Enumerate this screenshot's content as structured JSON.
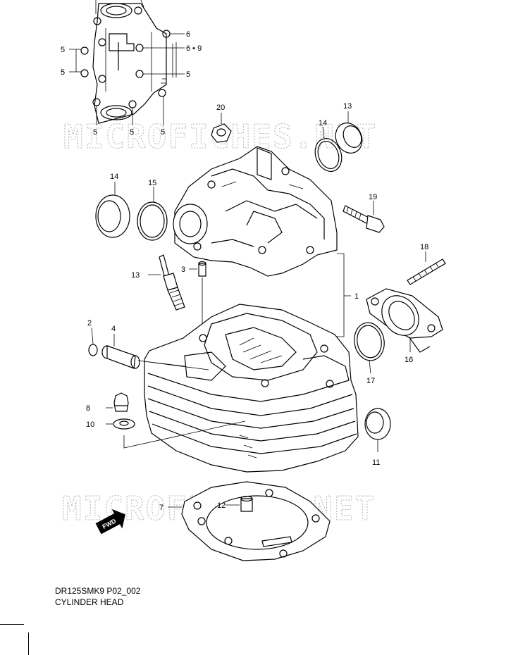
{
  "diagram": {
    "model_code": "DR125SMK9 P02_002",
    "title": "CYLINDER HEAD",
    "watermark": "MICROFICHES.NET",
    "fwd_marker": "FWD",
    "part_labels": [
      {
        "id": "1",
        "text": "1"
      },
      {
        "id": "2",
        "text": "2"
      },
      {
        "id": "3",
        "text": "3"
      },
      {
        "id": "4",
        "text": "4"
      },
      {
        "id": "5a",
        "text": "5"
      },
      {
        "id": "5b",
        "text": "5"
      },
      {
        "id": "5c",
        "text": "5"
      },
      {
        "id": "5d",
        "text": "5"
      },
      {
        "id": "5e",
        "text": "5"
      },
      {
        "id": "5f",
        "text": "5"
      },
      {
        "id": "6",
        "text": "6"
      },
      {
        "id": "6-9",
        "text": "6 • 9"
      },
      {
        "id": "7",
        "text": "7"
      },
      {
        "id": "8",
        "text": "8"
      },
      {
        "id": "10",
        "text": "10"
      },
      {
        "id": "11",
        "text": "11"
      },
      {
        "id": "12",
        "text": "12"
      },
      {
        "id": "13a",
        "text": "13"
      },
      {
        "id": "13b",
        "text": "13"
      },
      {
        "id": "14a",
        "text": "14"
      },
      {
        "id": "14b",
        "text": "14"
      },
      {
        "id": "15",
        "text": "15"
      },
      {
        "id": "16",
        "text": "16"
      },
      {
        "id": "17",
        "text": "17"
      },
      {
        "id": "18",
        "text": "18"
      },
      {
        "id": "19",
        "text": "19"
      },
      {
        "id": "20",
        "text": "20"
      }
    ]
  }
}
